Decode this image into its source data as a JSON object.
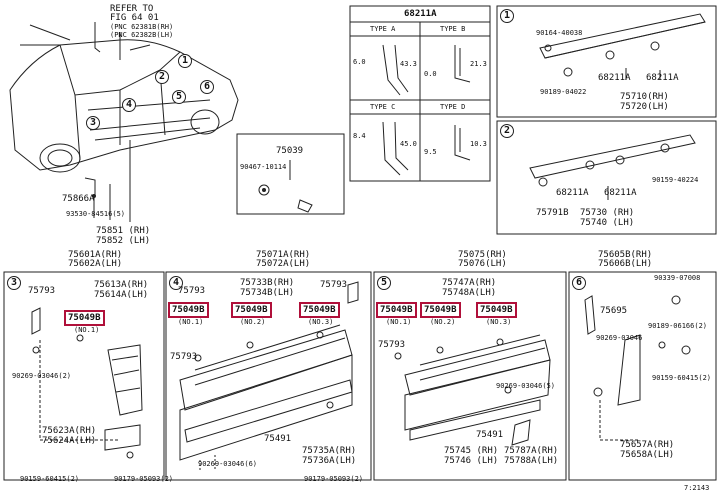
{
  "car_view": {
    "refer_to": "REFER TO",
    "fig": "FIG 64 01",
    "pnc_rh": "(PNC 62381B(RH)",
    "pnc_lh": "(PNC 62382B(LH)",
    "callouts": [
      "1",
      "2",
      "3",
      "4",
      "5",
      "6"
    ],
    "part_75866a": "75866A",
    "part_93530": "93530-84516(5)",
    "part_75851": "75851 (RH)",
    "part_75852": "75852 (LH)"
  },
  "type_table": {
    "title": "68211A",
    "type_a": "TYPE A",
    "type_b": "TYPE B",
    "type_c": "TYPE C",
    "type_d": "TYPE D",
    "a_dim1": "6.0",
    "a_dim2": "43.3",
    "b_dim1": "0.0",
    "b_dim2": "21.3",
    "c_dim1": "8.4",
    "c_dim2": "45.0",
    "d_dim1": "9.5",
    "d_dim2": "10.3"
  },
  "clip_box": {
    "part_75039": "75039",
    "part_90467": "90467-10114"
  },
  "panel1": {
    "num": "1",
    "part_90164": "90164-40038",
    "part_90189": "90189-04022",
    "part_68211a_1": "68211A",
    "part_68211a_2": "68211A",
    "part_75710": "75710(RH)",
    "part_75720": "75720(LH)"
  },
  "panel2": {
    "num": "2",
    "part_68211a_1": "68211A",
    "part_68211a_2": "68211A",
    "part_90159": "90159-40224",
    "part_75791b": "75791B",
    "part_75730": "75730 (RH)",
    "part_75740": "75740 (LH)"
  },
  "section3": {
    "num": "3",
    "head_rh": "75601A(RH)",
    "head_lh": "75602A(LH)",
    "part_75793": "75793",
    "part_75613a": "75613A(RH)",
    "part_75614a": "75614A(LH)",
    "part_75049b": "75049B",
    "no1": "(NO.1)",
    "part_90269": "90269-03046(2)",
    "part_75623a": "75623A(RH)",
    "part_75624a": "75624A(LH)",
    "part_90159": "90159-60415(2)",
    "part_90179": "90179-05093(2)"
  },
  "section4": {
    "num": "4",
    "head_rh": "75071A(RH)",
    "head_lh": "75072A(LH)",
    "part_75733b": "75733B(RH)",
    "part_75734b": "75734B(LH)",
    "part_75793_a": "75793",
    "part_75793_b": "75793",
    "part_75049b_1": "75049B",
    "part_75049b_2": "75049B",
    "part_75049b_3": "75049B",
    "no1": "(NO.1)",
    "no2": "(NO.2)",
    "no3": "(NO.3)",
    "part_75491": "75491",
    "part_75735a": "75735A(RH)",
    "part_75736a": "75736A(LH)",
    "part_90269": "90269-03046(6)",
    "part_90179": "90179-05093(2)"
  },
  "section5": {
    "num": "5",
    "head_rh": "75075(RH)",
    "head_lh": "75076(LH)",
    "part_75747a": "75747A(RH)",
    "part_75748a": "75748A(LH)",
    "part_75049b_1": "75049B",
    "part_75049b_2": "75049B",
    "part_75049b_3": "75049B",
    "no1": "(NO.1)",
    "no2": "(NO.2)",
    "no3": "(NO.3)",
    "part_75793": "75793",
    "part_90269": "90269-03046(5)",
    "part_75491": "75491",
    "part_75745": "75745 (RH)",
    "part_75746": "75746 (LH)",
    "part_75787a": "75787A(RH)",
    "part_75788a": "75788A(LH)"
  },
  "section6": {
    "num": "6",
    "head_rh": "75605B(RH)",
    "head_lh": "75606B(LH)",
    "part_90339": "90339-07008",
    "part_75695": "75695",
    "part_90189": "90189-06166(2)",
    "part_90269": "90269-03046",
    "part_90159": "90159-60415(2)",
    "part_75657a": "75657A(RH)",
    "part_75658a": "75658A(LH)",
    "page_ref": "7:2143"
  },
  "colors": {
    "highlight": "#b0103a",
    "line": "#222222"
  }
}
